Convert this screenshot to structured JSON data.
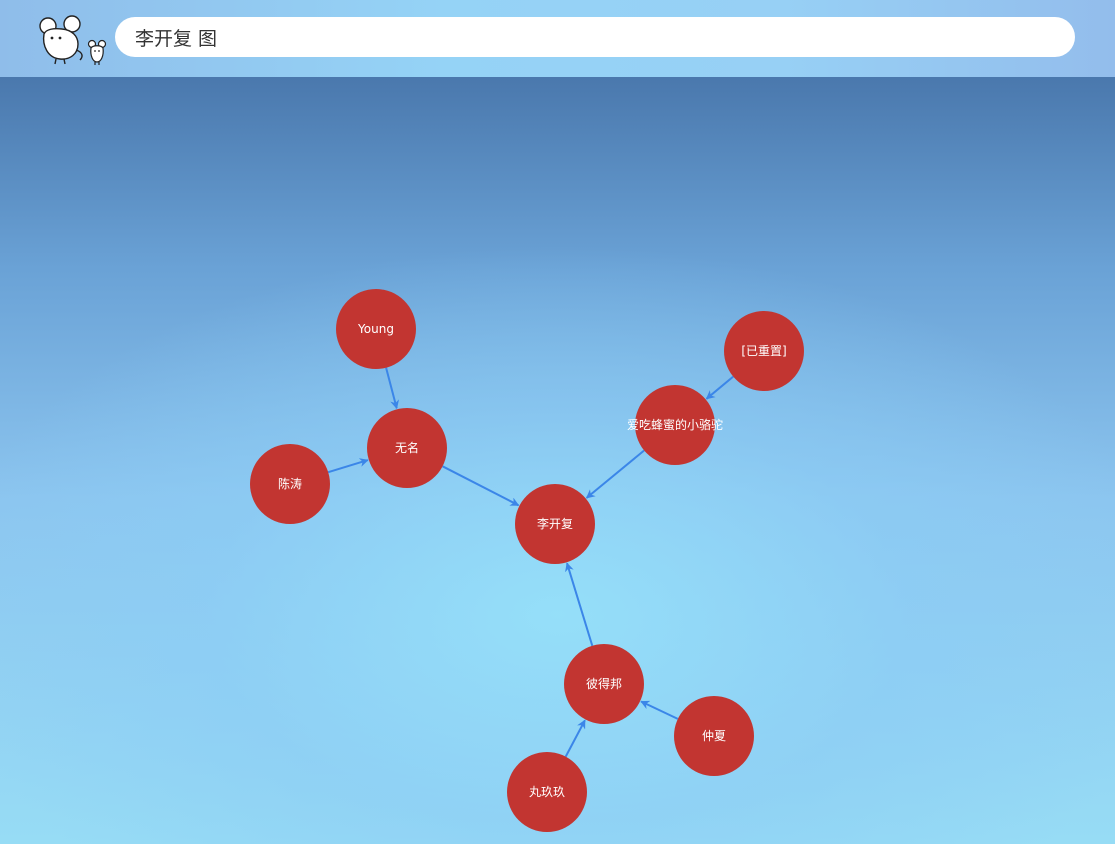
{
  "search": {
    "value": "李开复 图"
  },
  "logo": {
    "icon": "mouse-mascot-icon"
  },
  "graph": {
    "nodes": [
      {
        "id": "lkf",
        "label": "李开复"
      },
      {
        "id": "wm",
        "label": "无名"
      },
      {
        "id": "young",
        "label": "Young"
      },
      {
        "id": "ct",
        "label": "陈涛"
      },
      {
        "id": "atm",
        "label": "爱吃蜂蜜的小骆驼"
      },
      {
        "id": "ycz",
        "label": "[已重置]"
      },
      {
        "id": "bdb",
        "label": "彼得邦"
      },
      {
        "id": "zx",
        "label": "仲夏"
      },
      {
        "id": "wjj",
        "label": "丸玖玖"
      }
    ],
    "edges": [
      {
        "from": "young",
        "to": "wm"
      },
      {
        "from": "ct",
        "to": "wm"
      },
      {
        "from": "wm",
        "to": "lkf"
      },
      {
        "from": "ycz",
        "to": "atm"
      },
      {
        "from": "atm",
        "to": "lkf"
      },
      {
        "from": "bdb",
        "to": "lkf"
      },
      {
        "from": "zx",
        "to": "bdb"
      },
      {
        "from": "wjj",
        "to": "bdb"
      }
    ],
    "colors": {
      "node": "#c23531",
      "edge": "#3b86e8",
      "label": "#ffffff"
    }
  }
}
